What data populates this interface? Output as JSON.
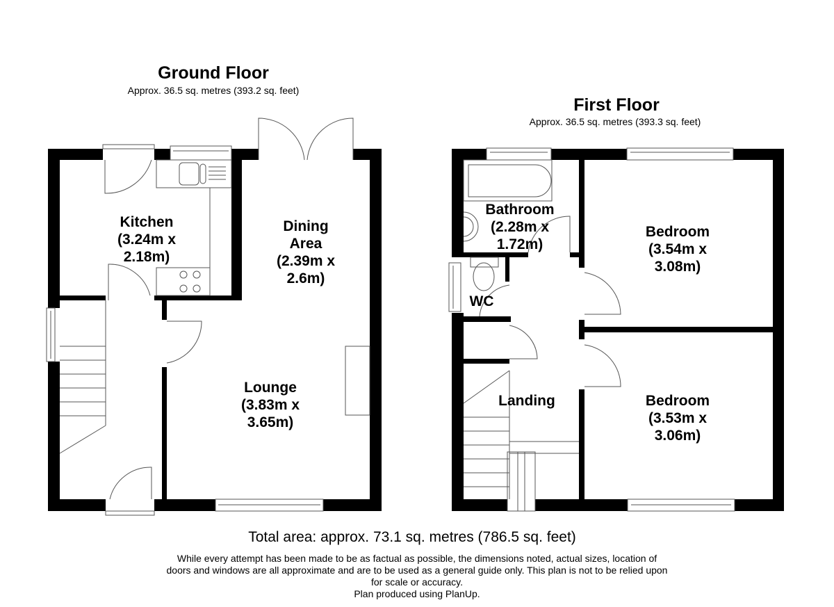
{
  "ground_floor": {
    "title": "Ground Floor",
    "area": "Approx. 36.5 sq. metres (393.2 sq. feet)",
    "rooms": [
      {
        "name": "Kitchen",
        "dims1": "(3.24m x",
        "dims2": "2.18m)"
      },
      {
        "name": "Dining",
        "name2": "Area",
        "dims1": "(2.39m x",
        "dims2": "2.6m)"
      },
      {
        "name": "Lounge",
        "dims1": "(3.83m x",
        "dims2": "3.65m)"
      }
    ]
  },
  "first_floor": {
    "title": "First Floor",
    "area": "Approx. 36.5 sq. metres (393.3 sq. feet)",
    "rooms": [
      {
        "name": "Bathroom",
        "dims1": "(2.28m x",
        "dims2": "1.72m)"
      },
      {
        "name": "Bedroom",
        "dims1": "(3.54m x",
        "dims2": "3.08m)"
      },
      {
        "name": "WC"
      },
      {
        "name": "Landing"
      },
      {
        "name": "Bedroom",
        "dims1": "(3.53m x",
        "dims2": "3.06m)"
      }
    ]
  },
  "footer": {
    "total": "Total area: approx. 73.1 sq. metres (786.5 sq. feet)",
    "disclaimer": [
      "While every attempt has been made to be as factual as possible, the dimensions noted, actual sizes, location of",
      "doors and windows are all approximate and are to be used as a general guide only. This plan is not to be relied upon",
      "for scale or accuracy.",
      "Plan produced using PlanUp."
    ]
  }
}
